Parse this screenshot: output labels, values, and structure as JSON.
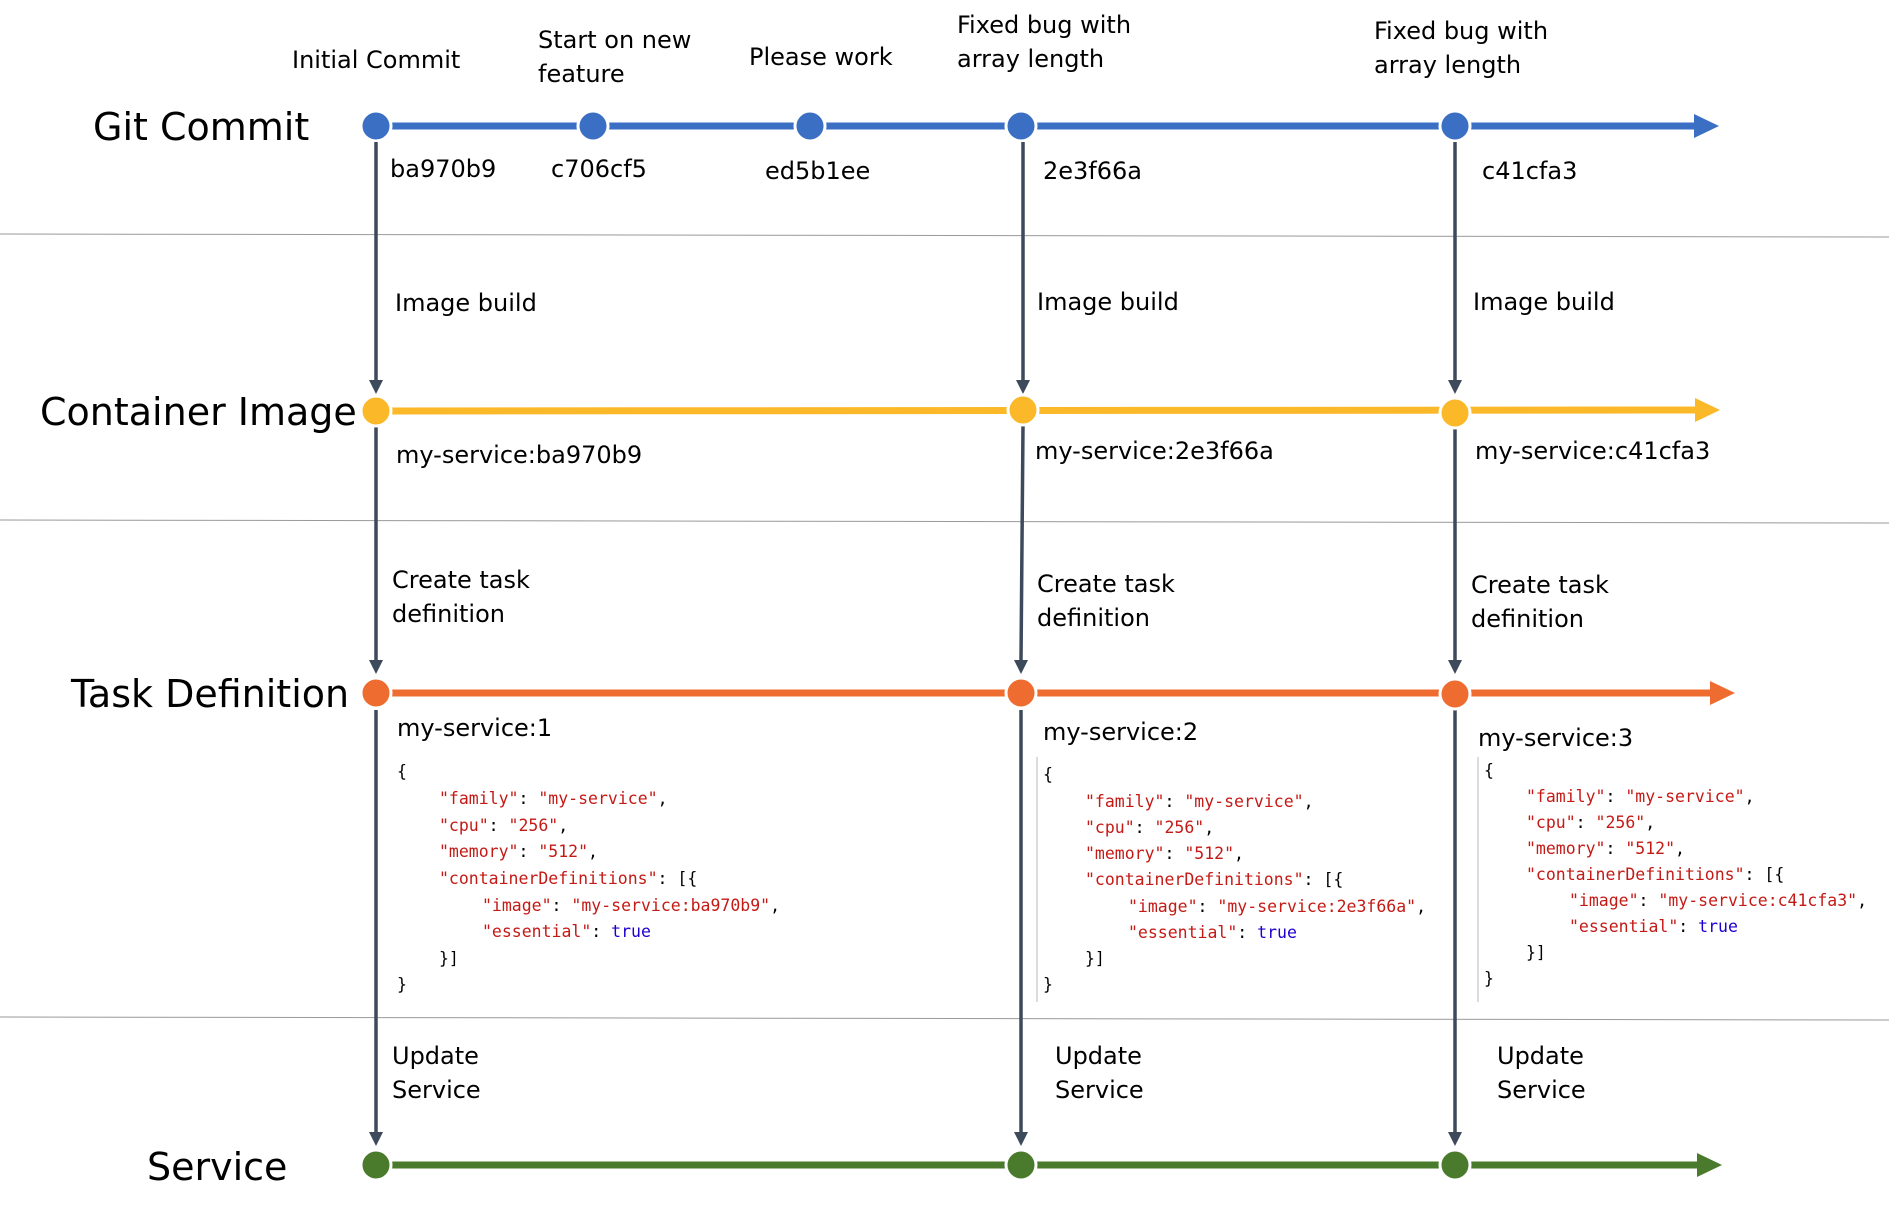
{
  "rows": {
    "git": "Git Commit",
    "image": "Container Image",
    "task": "Task Definition",
    "service": "Service"
  },
  "colors": {
    "git": "#3a6fc4",
    "image": "#fbb829",
    "task": "#ef6c30",
    "service": "#4a7a2c",
    "arrow": "#3d4a5c",
    "separator": "#999999",
    "json_key": "#c41a16",
    "json_bool": "#1c00cf"
  },
  "commits": [
    {
      "message": [
        "Initial Commit"
      ],
      "hash": "ba970b9"
    },
    {
      "message": [
        "Start on new",
        "feature"
      ],
      "hash": "c706cf5"
    },
    {
      "message": [
        "Please work"
      ],
      "hash": "ed5b1ee"
    },
    {
      "message": [
        "Fixed bug with",
        "array length"
      ],
      "hash": "2e3f66a"
    },
    {
      "message": [
        "Fixed bug with",
        "array length"
      ],
      "hash": "c41cfa3"
    }
  ],
  "builds": [
    {
      "image_build_label": "Image build",
      "image_tag": "my-service:ba970b9",
      "task_label": [
        "Create task",
        "definition"
      ],
      "task_revision": "my-service:1",
      "update_label": [
        "Update",
        "Service"
      ],
      "task_json": {
        "family": "my-service",
        "cpu": "256",
        "memory": "512",
        "image": "my-service:ba970b9",
        "essential": "true"
      }
    },
    {
      "image_build_label": "Image build",
      "image_tag": "my-service:2e3f66a",
      "task_label": [
        "Create task",
        "definition"
      ],
      "task_revision": "my-service:2",
      "update_label": [
        "Update",
        "Service"
      ],
      "task_json": {
        "family": "my-service",
        "cpu": "256",
        "memory": "512",
        "image": "my-service:2e3f66a",
        "essential": "true"
      }
    },
    {
      "image_build_label": "Image build",
      "image_tag": "my-service:c41cfa3",
      "task_label": [
        "Create task",
        "definition"
      ],
      "task_revision": "my-service:3",
      "update_label": [
        "Update",
        "Service"
      ],
      "task_json": {
        "family": "my-service",
        "cpu": "256",
        "memory": "512",
        "image": "my-service:c41cfa3",
        "essential": "true"
      }
    }
  ]
}
